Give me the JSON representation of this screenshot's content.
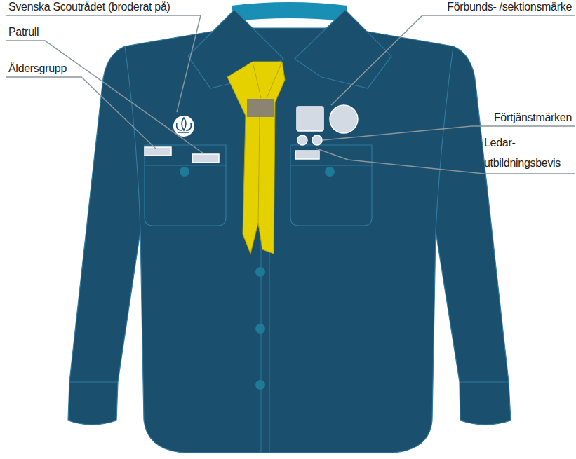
{
  "diagram": {
    "labels": [
      "Svenska Scoutrådet (broderat på)",
      "Patrull",
      "Åldersgrupp",
      "Förbunds- /sektionsmärke",
      "Förtjänstmärken",
      "Ledar- utbildningsbevis"
    ]
  }
}
